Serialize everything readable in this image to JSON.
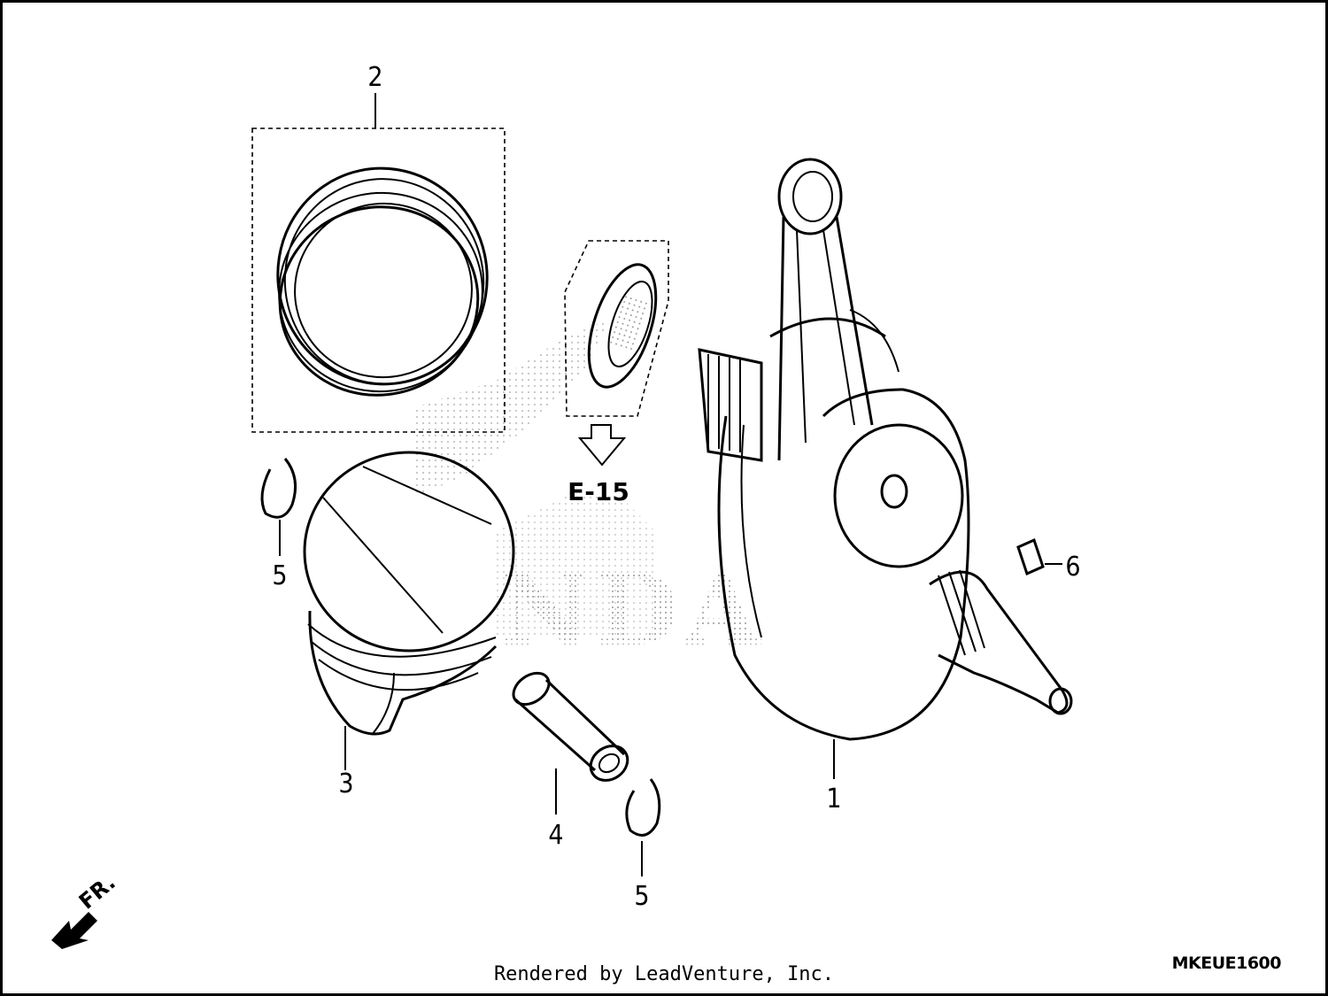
{
  "callouts": {
    "c1": "1",
    "c2": "2",
    "c3": "3",
    "c4": "4",
    "c5a": "5",
    "c5b": "5",
    "c6": "6"
  },
  "reference": "E-15",
  "front_marker": "FR.",
  "watermark_text": "HONDA",
  "diagram_code": "MKEUE1600",
  "credit": "Rendered by LeadVenture, Inc.",
  "colors": {
    "ink": "#000000",
    "watermark": "#c8c8c8",
    "background": "#ffffff"
  }
}
